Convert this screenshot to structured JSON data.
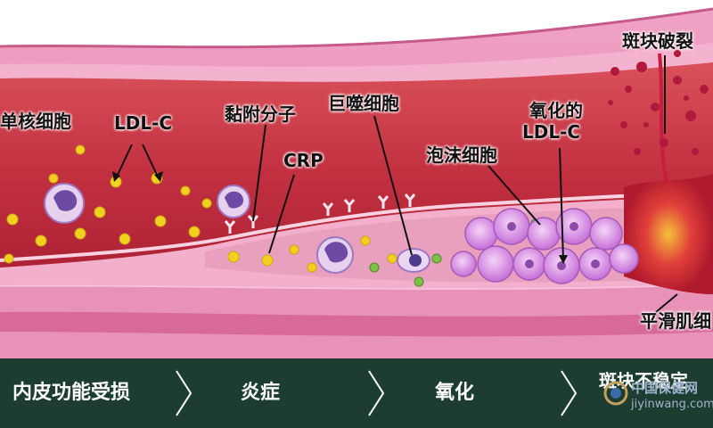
{
  "labels": {
    "monocyte": "单核细胞",
    "ldl": "LDL-C",
    "adhesion": "黏附分子",
    "macrophage": "巨噬细胞",
    "crp": "CRP",
    "oxidized_1": "氧化的",
    "oxidized_2": "LDL-C",
    "foam": "泡沫细胞",
    "rupture": "斑块破裂",
    "smooth": "平滑肌细"
  },
  "stages": [
    "内皮功能受损",
    "炎症",
    "氧化",
    "斑块不稳定"
  ],
  "watermark": {
    "line1": "中国保健网",
    "line2": "jiyinwang.com"
  },
  "colors": {
    "vessel_wall": "#e58ab0",
    "lumen": "#c0303c",
    "stage_bar": "#1d3d31",
    "ldl_particle": "#f1d020",
    "foam_cell": "#d98ce6"
  }
}
